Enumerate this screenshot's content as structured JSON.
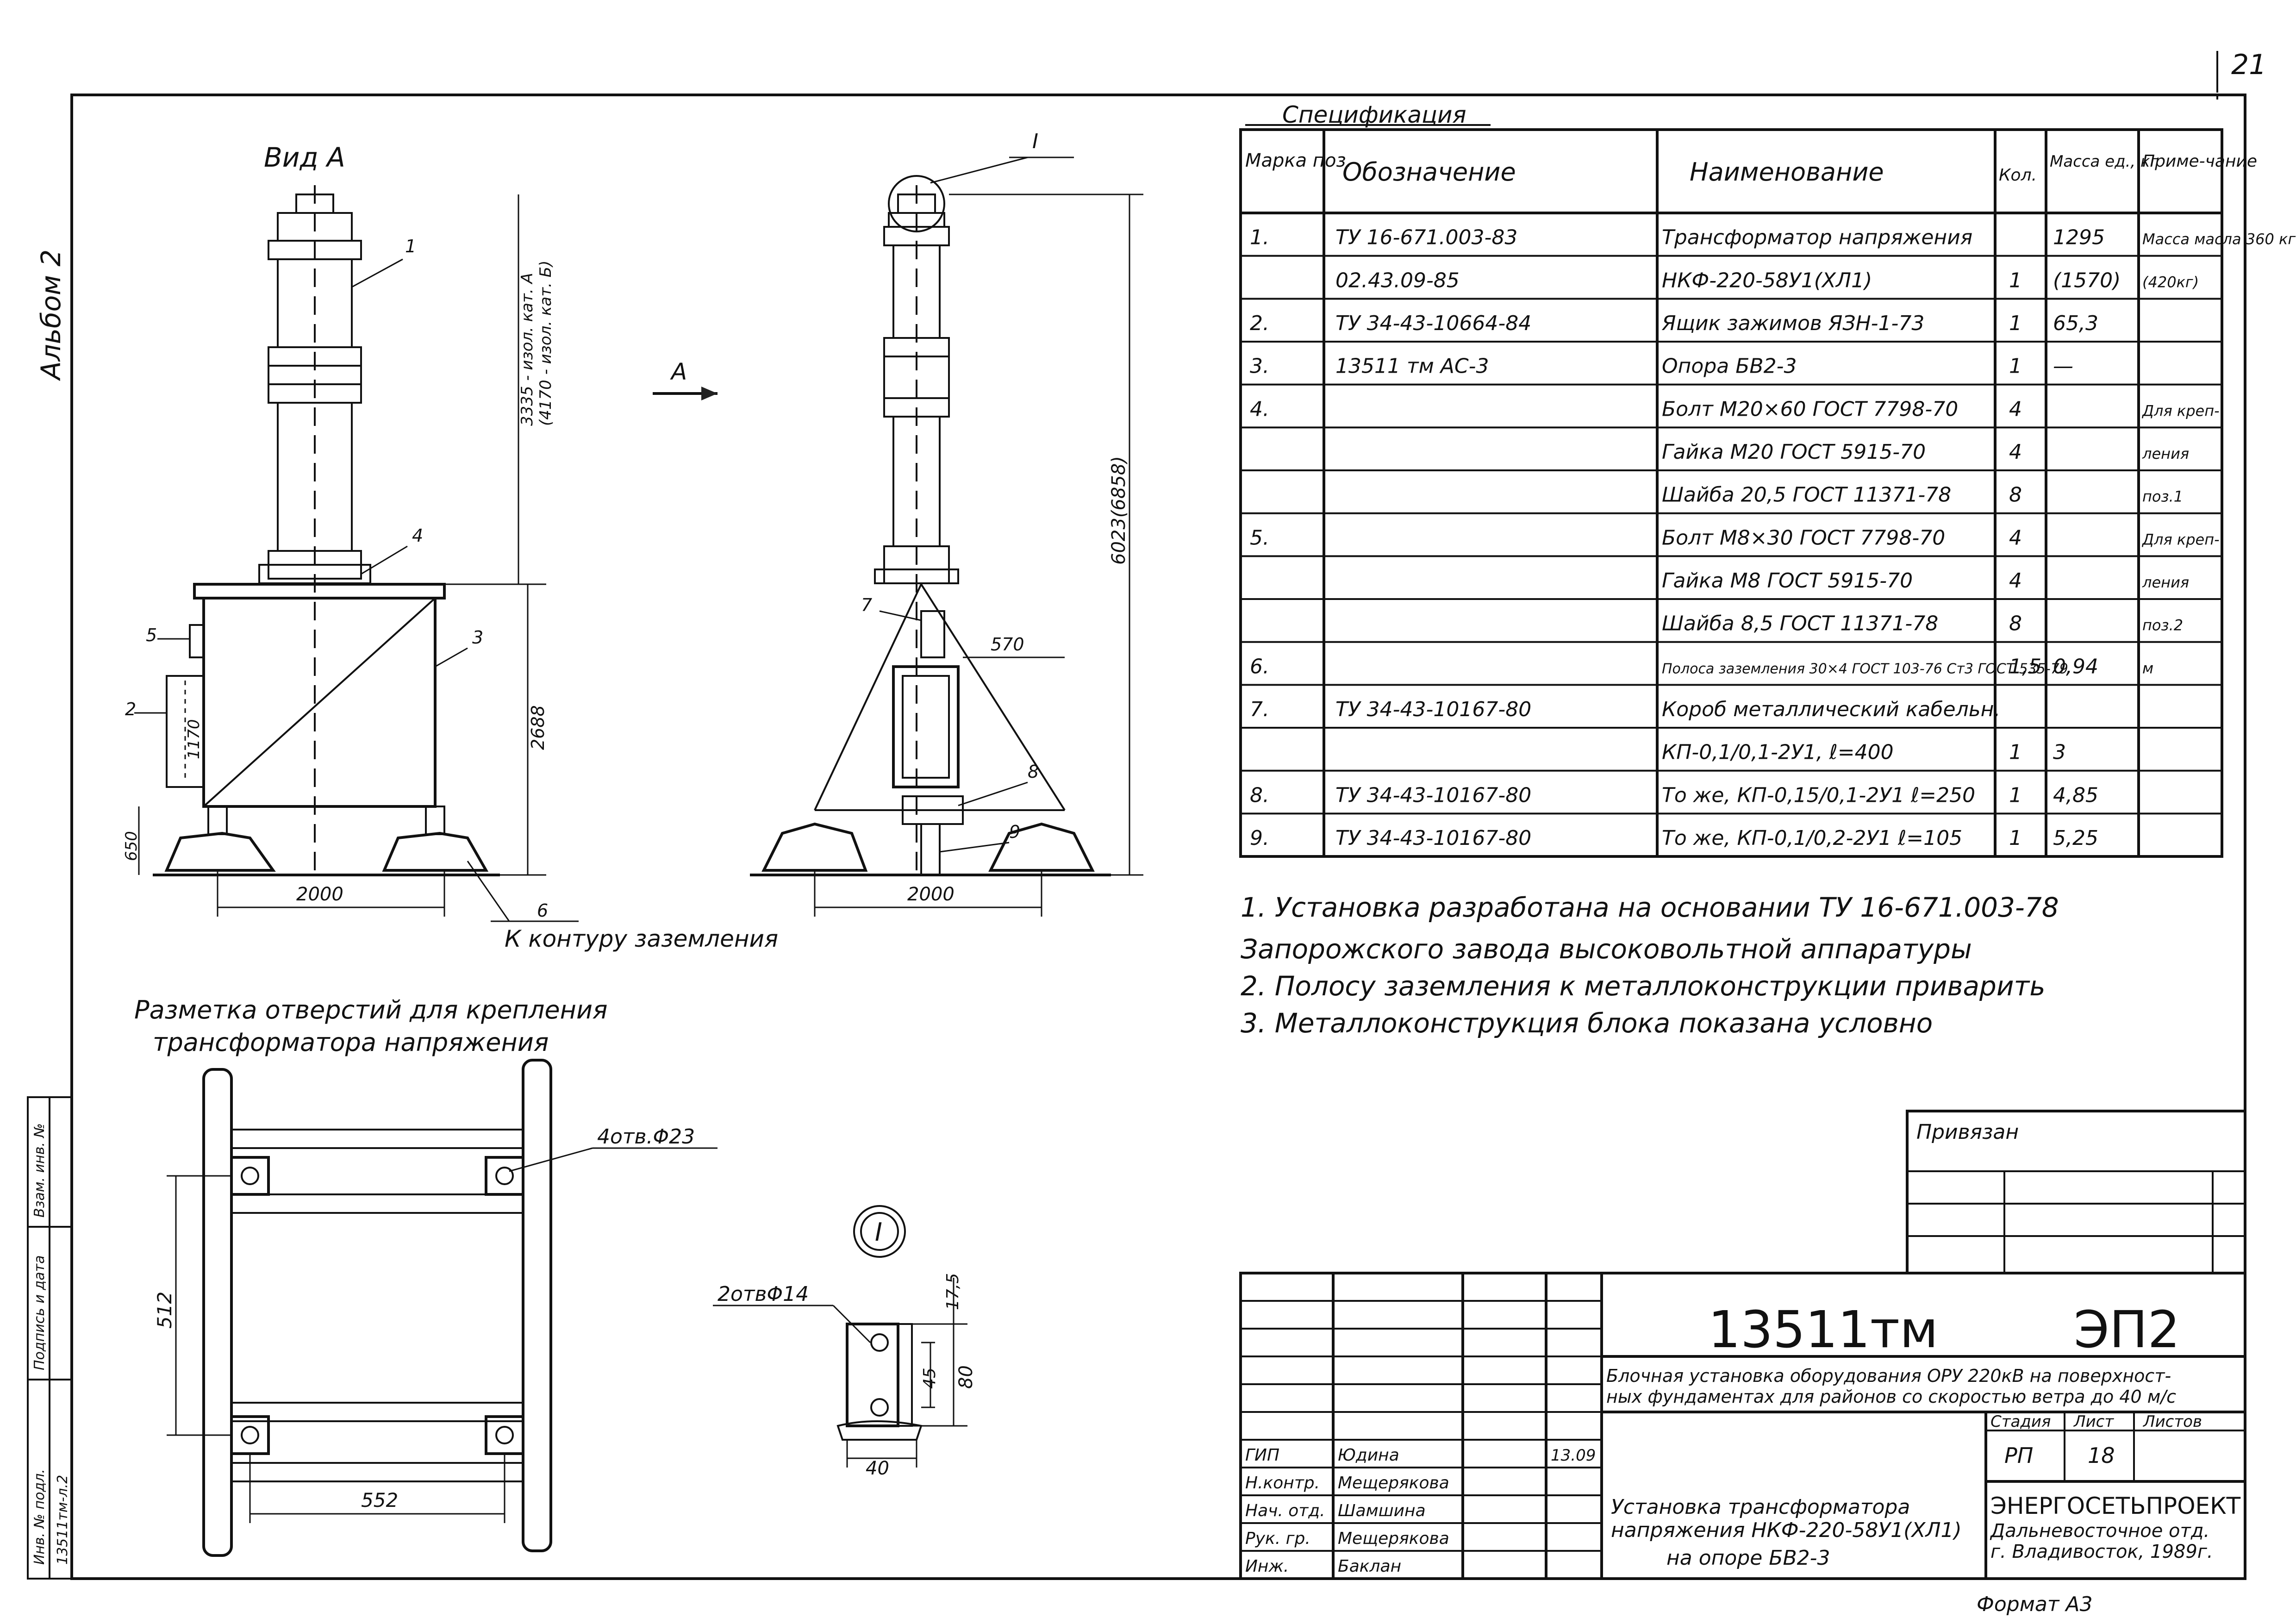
{
  "sheet": {
    "page_number": "21",
    "album": "Альбом 2",
    "format": "Формат А3"
  },
  "view_a": {
    "title": "Вид А",
    "callouts": [
      "1",
      "4",
      "3",
      "5",
      "2",
      "6"
    ],
    "dim_height_left": "3335 - изол. кат. А",
    "dim_height_left_b": "(4170 - изол. кат. Б)",
    "dim_2688": "2688",
    "dim_1170": "1170",
    "dim_650": "650",
    "dim_2000": "2000",
    "ground_note": "К контуру заземления"
  },
  "side_view": {
    "arrow_label": "А",
    "detail_mark": "I",
    "dim_total": "6023(6858)",
    "dim_570": "570",
    "dim_2000": "2000",
    "callouts": [
      "7",
      "8",
      "9"
    ]
  },
  "holes": {
    "title_line1": "Разметка отверстий для крепления",
    "title_line2": "трансформатора напряжения",
    "holes_label": "4отв.Φ23",
    "dim_512": "512",
    "dim_552": "552"
  },
  "detail": {
    "mark": "I",
    "holes_label": "2отвΦ14",
    "dim_17_5": "17,5",
    "dim_45": "45",
    "dim_80": "80",
    "dim_40": "40"
  },
  "spec": {
    "title": "Спецификация",
    "headers": [
      "Марка поз.",
      "Обозначение",
      "Наименование",
      "Кол.",
      "Масса ед., кг",
      "Приме-чание"
    ],
    "rows": [
      [
        "1.",
        "ТУ 16-671.003-83",
        "Трансформатор напряжения",
        "",
        "1295",
        "Масса масла 360 кг"
      ],
      [
        "",
        "02.43.09-85",
        "НКФ-220-58У1(ХЛ1)",
        "1",
        "(1570)",
        "(420кг)"
      ],
      [
        "2.",
        "ТУ 34-43-10664-84",
        "Ящик зажимов ЯЗН-1-73",
        "1",
        "65,3",
        ""
      ],
      [
        "3.",
        "13511 тм АС-3",
        "Опора БВ2-3",
        "1",
        "—",
        ""
      ],
      [
        "4.",
        "",
        "Болт М20×60 ГОСТ 7798-70",
        "4",
        "",
        "Для креп-"
      ],
      [
        "",
        "",
        "Гайка М20 ГОСТ 5915-70",
        "4",
        "",
        "ления"
      ],
      [
        "",
        "",
        "Шайба 20,5 ГОСТ 11371-78",
        "8",
        "",
        "поз.1"
      ],
      [
        "5.",
        "",
        "Болт М8×30 ГОСТ 7798-70",
        "4",
        "",
        "Для креп-"
      ],
      [
        "",
        "",
        "Гайка М8 ГОСТ 5915-70",
        "4",
        "",
        "ления"
      ],
      [
        "",
        "",
        "Шайба 8,5 ГОСТ 11371-78",
        "8",
        "",
        "поз.2"
      ],
      [
        "6.",
        "",
        "Полоса заземления 30×4 ГОСТ 103-76 Ст3 ГОСТ 535-79",
        "1,5",
        "0,94",
        "м"
      ],
      [
        "7.",
        "ТУ 34-43-10167-80",
        "Короб металлический кабельн.",
        "",
        "",
        ""
      ],
      [
        "",
        "",
        "КП-0,1/0,1-2У1, ℓ=400",
        "1",
        "3",
        ""
      ],
      [
        "8.",
        "ТУ 34-43-10167-80",
        "То же, КП-0,15/0,1-2У1 ℓ=250",
        "1",
        "4,85",
        ""
      ],
      [
        "9.",
        "ТУ 34-43-10167-80",
        "То же, КП-0,1/0,2-2У1 ℓ=105",
        "1",
        "5,25",
        ""
      ]
    ]
  },
  "notes": [
    "1.   Установка разработана на основании ТУ 16-671.003-78",
    "Запорожского завода высоковольтной аппаратуры",
    "2.   Полосу заземления к металлоконструкции приварить",
    "3.   Металлоконструкция блока показана условно"
  ],
  "privyazan": "Привязан",
  "side_stamp": {
    "inv": "Инв. № подл.",
    "sign": "Подпись и дата",
    "vzam": "Взам. инв. №",
    "num": "13511тм-л.2"
  },
  "title_block": {
    "code": "13511тм",
    "section": "ЭП2",
    "project_line1": "Блочная установка оборудования ОРУ 220кВ на поверхност-",
    "project_line2": "ных фундаментах для районов со скоростью ветра до 40 м/с",
    "stage_label": "Стадия",
    "sheet_label": "Лист",
    "sheets_label": "Листов",
    "stage": "РП",
    "sheet": "18",
    "sheets": "",
    "drawing_line1": "Установка трансформатора",
    "drawing_line2": "напряжения НКФ-220-58У1(ХЛ1)",
    "drawing_line3": "на опоре БВ2-3",
    "org_line1": "ЭНЕРГОСЕТЬПРОЕКТ",
    "org_line2": "Дальневосточное отд.",
    "org_line3": "г. Владивосток, 1989г.",
    "staff": [
      {
        "role": "ГИП",
        "name": "Юдина",
        "date": "13.09"
      },
      {
        "role": "Н.контр.",
        "name": "Мещерякова",
        "date": ""
      },
      {
        "role": "Нач. отд.",
        "name": "Шамшина",
        "date": ""
      },
      {
        "role": "Рук. гр.",
        "name": "Мещерякова",
        "date": ""
      },
      {
        "role": "Инж.",
        "name": "Баклан",
        "date": ""
      }
    ]
  }
}
